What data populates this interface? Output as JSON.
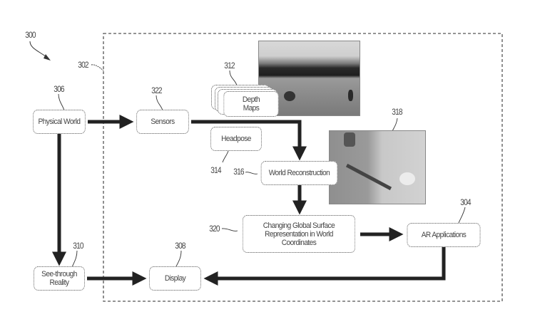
{
  "figure": {
    "label": "300",
    "boundary_label": "302"
  },
  "nodes": {
    "physical_world": {
      "ref": "306",
      "label": "Physical World"
    },
    "sensors": {
      "ref": "322",
      "label": "Sensors"
    },
    "depth_maps": {
      "ref": "312",
      "lines": [
        "Depth",
        "Maps"
      ]
    },
    "headpose": {
      "ref": "314",
      "label": "Headpose"
    },
    "world_reconstruction": {
      "ref": "316",
      "label": "World Reconstruction"
    },
    "reconstruction_image": {
      "ref": "318"
    },
    "surface_representation": {
      "ref": "320",
      "lines": [
        "Changing Global Surface",
        "Representation in World",
        "Coordinates"
      ]
    },
    "ar_applications": {
      "ref": "304",
      "label": "AR Applications"
    },
    "see_through_reality": {
      "ref": "310",
      "lines": [
        "See-through",
        "Reality"
      ]
    },
    "display": {
      "ref": "308",
      "label": "Display"
    }
  },
  "edges": [
    {
      "from": "Physical World",
      "to": "Sensors"
    },
    {
      "from": "Sensors",
      "to": "World Reconstruction"
    },
    {
      "from": "World Reconstruction",
      "to": "Changing Global Surface Representation in World Coordinates"
    },
    {
      "from": "Changing Global Surface Representation in World Coordinates",
      "to": "AR Applications"
    },
    {
      "from": "AR Applications",
      "to": "Display"
    },
    {
      "from": "Physical World",
      "to": "See-through Reality"
    },
    {
      "from": "See-through Reality",
      "to": "Display"
    }
  ]
}
